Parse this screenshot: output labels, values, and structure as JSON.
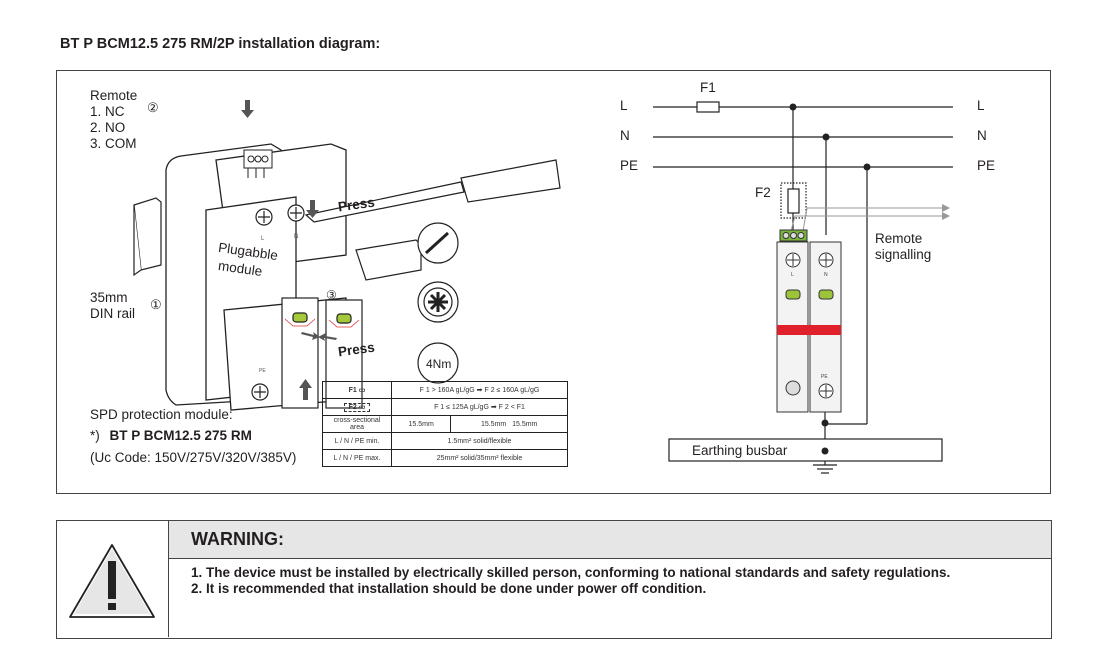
{
  "title": "BT P BCM12.5 275 RM/2P installation diagram:",
  "left_diagram": {
    "remote_title": "Remote",
    "remote_items": [
      "1. NC",
      "2. NO",
      "3. COM"
    ],
    "step_markers": [
      "①",
      "②",
      "③"
    ],
    "press_top": "Press",
    "press_bottom": "Press",
    "module_label_line1": "Plugabble",
    "module_label_line2": "module",
    "din_rail_line1": "35mm",
    "din_rail_line2": "DIN rail",
    "terminal_labels": [
      "L",
      "N",
      "PE"
    ],
    "torque_label": "4Nm",
    "tool_icons": [
      "flathead-screwdriver-icon",
      "pozidriv-icon",
      "torque-icon"
    ]
  },
  "spd_info": {
    "heading": "SPD protection module:",
    "model_prefix": "*)",
    "model": "BT P BCM12.5 275 RM",
    "uc_code": "(Uc Code: 150V/275V/320V/385V)"
  },
  "spec_table": {
    "rows": [
      {
        "key": "F1",
        "value": "F 1 > 160A gL/gG ➡ F 2 ≤ 160A gL/gG"
      },
      {
        "key": "F2",
        "value": "F 1 ≤ 125A gL/gG ➡ F 2 < F1"
      },
      {
        "key": "cross-sectional area",
        "values": [
          "15.5mm",
          "15.5mm",
          "15.5mm"
        ]
      },
      {
        "key": "L / N / PE min.",
        "value": "1.5mm² solid/flexible"
      },
      {
        "key": "L / N / PE max.",
        "value": "25mm² solid/35mm² flexible"
      }
    ]
  },
  "schematic": {
    "lines_left": [
      "L",
      "N",
      "PE"
    ],
    "lines_right": [
      "L",
      "N",
      "PE"
    ],
    "fuse1": "F1",
    "fuse2": "F2",
    "remote_line1": "Remote",
    "remote_line2": "signalling",
    "module_terminals": [
      "L",
      "N",
      "PE"
    ],
    "busbar": "Earthing busbar",
    "colors": {
      "indicator_green": "#9dc33b",
      "band_red": "#e0202a",
      "connector_green": "#7ab43c"
    }
  },
  "warning": {
    "heading": "WARNING:",
    "items": [
      "1. The device must be installed by electrically skilled person, conforming to national standards and safety regulations.",
      "2. It is recommended that installation should be done under power off condition."
    ]
  }
}
